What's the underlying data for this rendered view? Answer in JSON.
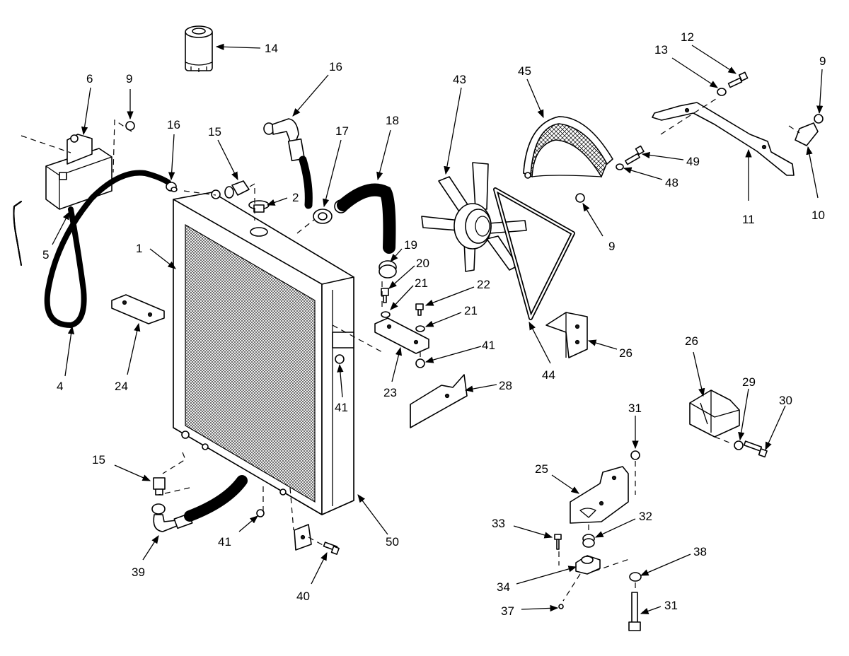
{
  "callouts": [
    {
      "id": "c1",
      "label": "1"
    },
    {
      "id": "c2",
      "label": "2"
    },
    {
      "id": "c4",
      "label": "4"
    },
    {
      "id": "c5",
      "label": "5"
    },
    {
      "id": "c6",
      "label": "6"
    },
    {
      "id": "c9a",
      "label": "9"
    },
    {
      "id": "c9b",
      "label": "9"
    },
    {
      "id": "c9c",
      "label": "9"
    },
    {
      "id": "c10",
      "label": "10"
    },
    {
      "id": "c11",
      "label": "11"
    },
    {
      "id": "c12",
      "label": "12"
    },
    {
      "id": "c13",
      "label": "13"
    },
    {
      "id": "c14",
      "label": "14"
    },
    {
      "id": "c15a",
      "label": "15"
    },
    {
      "id": "c15b",
      "label": "15"
    },
    {
      "id": "c16a",
      "label": "16"
    },
    {
      "id": "c16b",
      "label": "16"
    },
    {
      "id": "c17",
      "label": "17"
    },
    {
      "id": "c18",
      "label": "18"
    },
    {
      "id": "c19",
      "label": "19"
    },
    {
      "id": "c20",
      "label": "20"
    },
    {
      "id": "c21a",
      "label": "21"
    },
    {
      "id": "c21b",
      "label": "21"
    },
    {
      "id": "c22",
      "label": "22"
    },
    {
      "id": "c23",
      "label": "23"
    },
    {
      "id": "c24",
      "label": "24"
    },
    {
      "id": "c25",
      "label": "25"
    },
    {
      "id": "c26a",
      "label": "26"
    },
    {
      "id": "c26b",
      "label": "26"
    },
    {
      "id": "c28",
      "label": "28"
    },
    {
      "id": "c29",
      "label": "29"
    },
    {
      "id": "c30",
      "label": "30"
    },
    {
      "id": "c31a",
      "label": "31"
    },
    {
      "id": "c31b",
      "label": "31"
    },
    {
      "id": "c32",
      "label": "32"
    },
    {
      "id": "c33",
      "label": "33"
    },
    {
      "id": "c34",
      "label": "34"
    },
    {
      "id": "c37",
      "label": "37"
    },
    {
      "id": "c38",
      "label": "38"
    },
    {
      "id": "c39",
      "label": "39"
    },
    {
      "id": "c40",
      "label": "40"
    },
    {
      "id": "c41a",
      "label": "41"
    },
    {
      "id": "c41b",
      "label": "41"
    },
    {
      "id": "c41c",
      "label": "41"
    },
    {
      "id": "c43",
      "label": "43"
    },
    {
      "id": "c44",
      "label": "44"
    },
    {
      "id": "c45",
      "label": "45"
    },
    {
      "id": "c48",
      "label": "48"
    },
    {
      "id": "c49",
      "label": "49"
    },
    {
      "id": "c50",
      "label": "50"
    }
  ]
}
